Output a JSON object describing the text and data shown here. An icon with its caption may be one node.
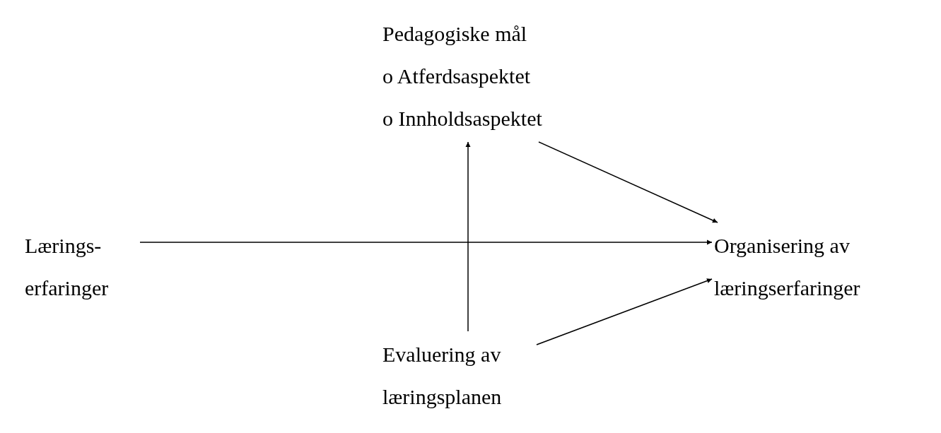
{
  "diagram": {
    "nodes": [
      {
        "text": [
          "Pedagogiske mål",
          "o Atferdsaspektet",
          "o Innholdsaspektet"
        ]
      },
      {
        "text": [
          "Lærings- erfaringer"
        ]
      },
      {
        "text": [
          "Organisering av læringserfaringer"
        ]
      },
      {
        "text": [
          "Evaluering av læringsplanen"
        ]
      }
    ],
    "edges": [
      {
        "from": 3,
        "to": 0,
        "arrow": "to"
      },
      {
        "from": 1,
        "to": 2,
        "arrow": "to"
      },
      {
        "from": 0,
        "to": 2,
        "arrow": "to"
      },
      {
        "from": 3,
        "to": 2,
        "arrow": "to"
      }
    ]
  }
}
